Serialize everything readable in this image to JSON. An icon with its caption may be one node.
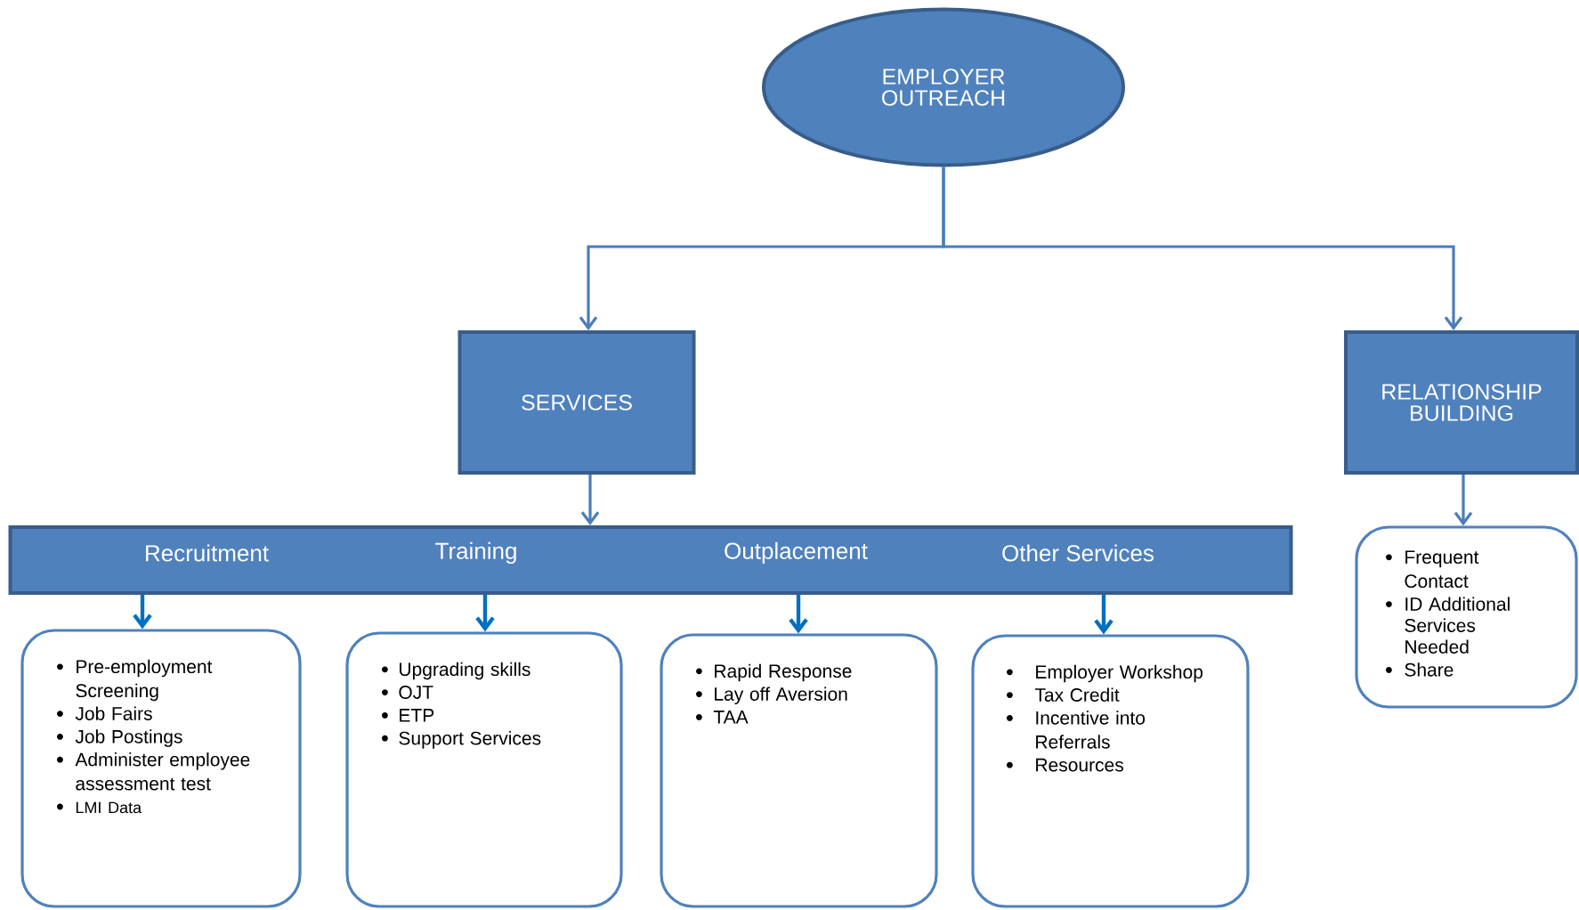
{
  "diagram": {
    "nodes": [
      {
        "text": [
          "EMPLOYER OUTREACH"
        ]
      },
      {
        "text": [
          "SERVICES"
        ]
      },
      {
        "text": [
          "RELATIONSHIP BUILDING"
        ]
      },
      {
        "text": [
          "Recruitment",
          "Training",
          "Outplacement",
          "Other Services"
        ]
      },
      {
        "text": [
          "Pre-employment Screening",
          "Job Fairs",
          "Job Postings",
          "Administer employee assessment test",
          "LMI Data"
        ]
      },
      {
        "text": [
          "Upgrading skills",
          "OJT",
          "ETP",
          "Support Services"
        ]
      },
      {
        "text": [
          "Rapid Response",
          "Lay off Aversion",
          "TAA"
        ]
      },
      {
        "text": [
          "Employer Workshop",
          "Tax Credit",
          "Incentive into Referrals",
          "Resources"
        ]
      },
      {
        "text": [
          "Frequent Contact",
          "ID Additional Services Needed",
          "Share"
        ]
      }
    ],
    "edges": [
      {
        "from": 0,
        "to": 1,
        "arrow": "to"
      },
      {
        "from": 0,
        "to": 2,
        "arrow": "to"
      },
      {
        "from": 1,
        "to": 3,
        "arrow": "to"
      },
      {
        "from": 2,
        "to": 8,
        "arrow": "to"
      },
      {
        "from": 3,
        "to": 4,
        "arrow": "to",
        "color": "#0070c0"
      },
      {
        "from": 3,
        "to": 5,
        "arrow": "to",
        "color": "#0070c0"
      },
      {
        "from": 3,
        "to": 6,
        "arrow": "to",
        "color": "#0070c0"
      },
      {
        "from": 3,
        "to": 7,
        "arrow": "to",
        "color": "#0070c0"
      }
    ]
  }
}
